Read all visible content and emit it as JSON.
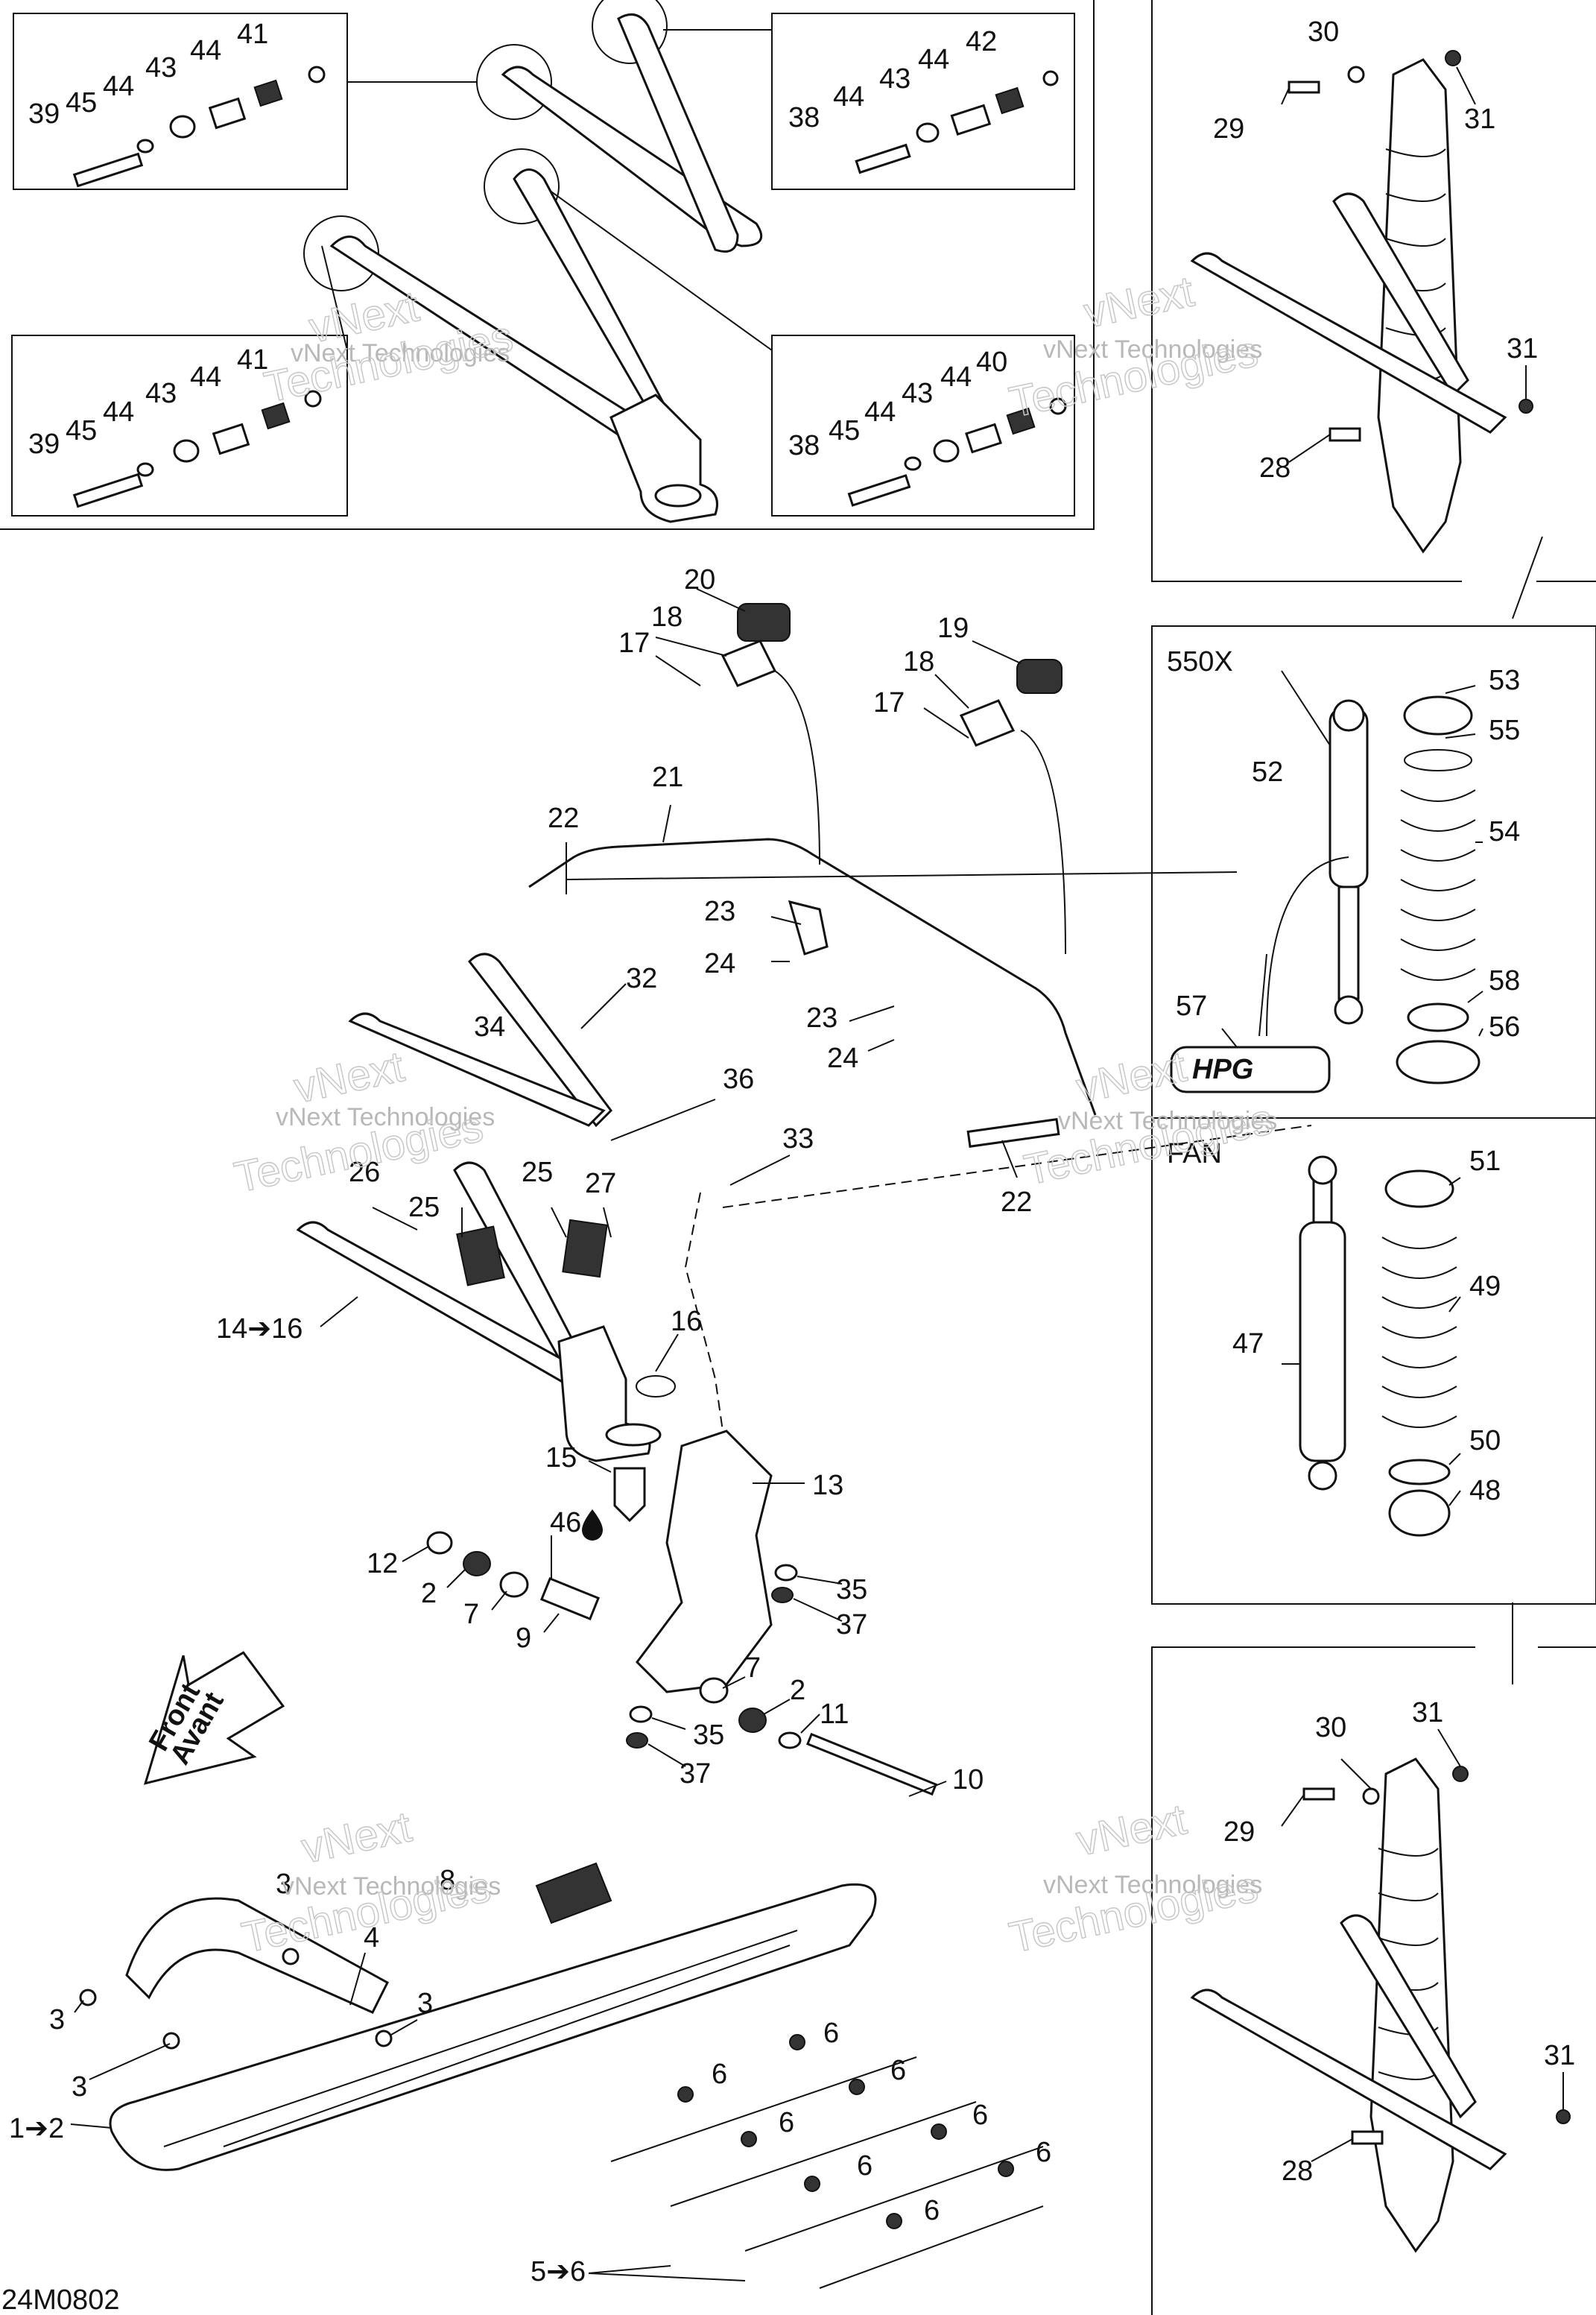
{
  "diagram": {
    "drawing_code": "24M0802",
    "watermark": {
      "line1": "vNext Technologies",
      "line2": "vNext",
      "line3": "Technologies"
    },
    "front_arrow": {
      "line1": "Front",
      "line2": "Avant"
    },
    "variants": {
      "variant_a": "550X",
      "variant_b": "FAN"
    },
    "logo_text": "HPG",
    "callouts": {
      "c39a": "39",
      "c45a": "45",
      "c44a": "44",
      "c43a": "43",
      "c44b": "44",
      "c41a": "41",
      "c38a": "38",
      "c44c": "44",
      "c43b": "43",
      "c44d": "44",
      "c42": "42",
      "c39b": "39",
      "c45b": "45",
      "c44e": "44",
      "c43c": "43",
      "c44f": "44",
      "c41b": "41",
      "c38b": "38",
      "c45c": "45",
      "c44g": "44",
      "c43d": "43",
      "c44h": "44",
      "c40": "40",
      "c30a": "30",
      "c29a": "29",
      "c31a": "31",
      "c31b": "31",
      "c28a": "28",
      "c20": "20",
      "c18a": "18",
      "c17a": "17",
      "c19": "19",
      "c18b": "18",
      "c17b": "17",
      "c21": "21",
      "c22a": "22",
      "c23a": "23",
      "c24a": "24",
      "c23b": "23",
      "c24b": "24",
      "c32": "32",
      "c34": "34",
      "c36": "36",
      "c33": "33",
      "c22b": "22",
      "c26": "26",
      "c25a": "25",
      "c25b": "25",
      "c27": "27",
      "c14": "14➔16",
      "c16": "16",
      "c15": "15",
      "c13": "13",
      "c46": "46",
      "c12": "12",
      "c2a": "2",
      "c7a": "7",
      "c9": "9",
      "c35a": "35",
      "c37a": "37",
      "c7b": "7",
      "c2b": "2",
      "c11": "11",
      "c35b": "35",
      "c37b": "37",
      "c10": "10",
      "c3a": "3",
      "c8": "8",
      "c4": "4",
      "c3b": "3",
      "c3c": "3",
      "c3d": "3",
      "c1": "1➔2",
      "c6a": "6",
      "c6b": "6",
      "c6c": "6",
      "c6d": "6",
      "c6e": "6",
      "c6f": "6",
      "c6g": "6",
      "c6h": "6",
      "c56to6": "5➔6",
      "c53": "53",
      "c55": "55",
      "c52": "52",
      "c54": "54",
      "c58": "58",
      "c56": "56",
      "c57": "57",
      "c51": "51",
      "c49": "49",
      "c47": "47",
      "c50": "50",
      "c48": "48",
      "c30b": "30",
      "c31c": "31",
      "c29b": "29",
      "c31d": "31",
      "c28b": "28"
    }
  }
}
